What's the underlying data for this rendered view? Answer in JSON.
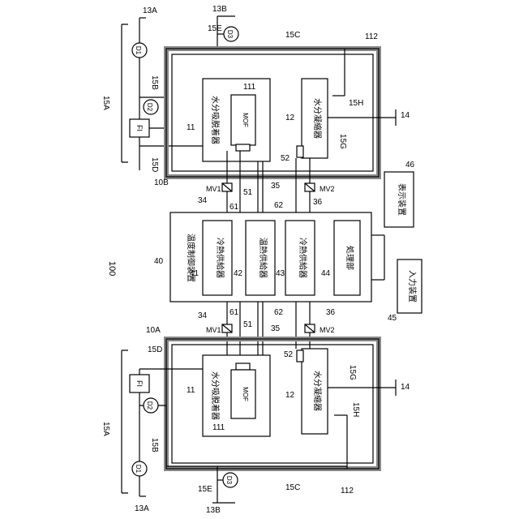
{
  "orientation": "rotated 90° clockwise",
  "colors": {
    "line": "#000000",
    "background": "#ffffff",
    "chamber_fill": "#c8c8c8"
  },
  "system_label": "100",
  "controller": {
    "ref": "40",
    "title": "温度制御装置",
    "units": [
      {
        "ref": "41",
        "label": "冷熱供給器"
      },
      {
        "ref": "42",
        "label": "温熱供給器"
      },
      {
        "ref": "43",
        "label": "冷熱供給器"
      },
      {
        "ref": "44",
        "label": "処理部"
      }
    ]
  },
  "display_device": {
    "ref": "46",
    "label": "表示装置"
  },
  "input_device": {
    "ref": "45",
    "label": "入力装置"
  },
  "upper": {
    "unit_ref": "10B",
    "chamber_ref": "112",
    "adsorber": {
      "ref": "11",
      "label": "水分吸脱着器",
      "inner_ref": "111",
      "inner_label": "MOF"
    },
    "condenser": {
      "ref": "12",
      "label": "水分凝縮器",
      "port_ref": "52"
    },
    "pipes": {
      "p51": "51",
      "p61": "61",
      "p62": "62",
      "p34": "34",
      "p35": "35",
      "p36": "36"
    },
    "valves": {
      "mv1": "MV1",
      "mv2": "MV2"
    },
    "lines": {
      "a": "15A",
      "b": "15B",
      "c": "15C",
      "d": "15D",
      "e": "15E",
      "g": "15G",
      "h": "15H"
    },
    "devices": {
      "d1": "D1",
      "d2": "D2",
      "d3": "D3",
      "fi": "FI"
    },
    "ports": {
      "a": "13A",
      "b": "13B",
      "out": "14"
    }
  },
  "lower": {
    "unit_ref": "10A",
    "chamber_ref": "112",
    "adsorber": {
      "ref": "11",
      "label": "水分吸脱着器",
      "inner_ref": "111",
      "inner_label": "MOF"
    },
    "condenser": {
      "ref": "12",
      "label": "水分凝縮器",
      "port_ref": "52"
    },
    "pipes": {
      "p51": "51",
      "p61": "61",
      "p62": "62",
      "p34": "34",
      "p35": "35",
      "p36": "36"
    },
    "valves": {
      "mv1": "MV1",
      "mv2": "MV2"
    },
    "lines": {
      "a": "15A",
      "b": "15B",
      "c": "15C",
      "d": "15D",
      "e": "15E",
      "g": "15G",
      "h": "15H"
    },
    "devices": {
      "d1": "D1",
      "d2": "D2",
      "d3": "D3",
      "fi": "FI"
    },
    "ports": {
      "a": "13A",
      "b": "13B",
      "out": "14"
    }
  }
}
